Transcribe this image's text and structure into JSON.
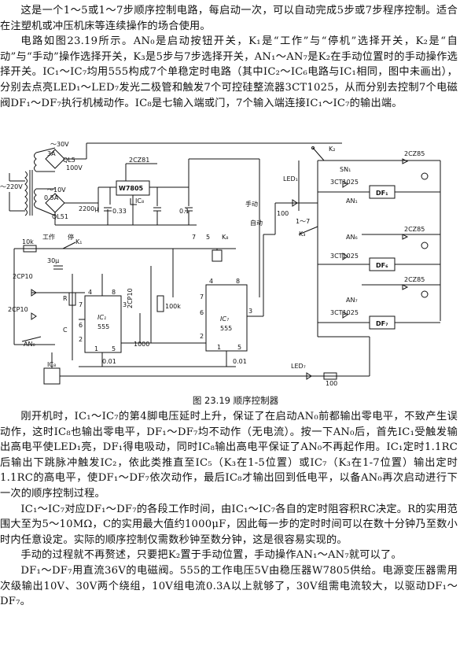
{
  "top_paragraphs": [
    "这是一个1～5或1～7步顺序控制电路，每启动一次，可以自动完成5步或7步程序控制。适合在注塑机或冲压机床等连续操作的场合使用。",
    "电路如图23.19所示。AN₀是启动按钮开关，K₁是“工作”与“停机”选择开关，K₂是“自动”与“手动”操作选择开关，K₃是5步与7步选择开关，AN₁～AN₇是K₂在手动位置时的手动操作选择开关。IC₁～IC₇均用555构成7个单稳定时电路（其中IC₂～IC₆电路与IC₁相同，图中未画出），分别去点亮LED₁～LED₇发光二极管和触发7个可控硅整流器3CT1025，从而分别去控制7个电磁阀DF₁～DF₇执行机械动作。IC₈是七输入端或门，7个输入端连接IC₁～IC₇的输出端。"
  ],
  "figure": {
    "caption": "图 23.19   顺序控制器",
    "labels": {
      "v30": "～30V",
      "a3": "3A",
      "ql5": "QL5",
      "v100": "100V",
      "v220": "～220V",
      "v10": "～10V",
      "a05": "0.5A",
      "ql51": "QL51",
      "zener": "2CZ81",
      "reg": "W7805",
      "ic8_top": "IC₈",
      "cap2200": "2200μ",
      "c033": "0.33",
      "c01": "0.1",
      "k2": "K₂",
      "sn1": "SN₁",
      "sc1": "3CT1025",
      "df1": "DF₁",
      "zc1": "2CZ85",
      "led1": "LED₁",
      "r100a": "100",
      "manual": "手动",
      "auto": "自动",
      "an1": "AN₁",
      "an6": "AN₆",
      "k3_17": "1～7",
      "k3": "K₃",
      "r10k": "10k",
      "work": "工作",
      "stop": "停",
      "k1": "K₁",
      "c30": "30μ",
      "d2cp10a": "2CP10",
      "n7": "7",
      "n5": "5",
      "k8": "K₈",
      "sc6": "3CT1025",
      "df6": "DF₆",
      "zc6": "2CZ85",
      "an7": "AN₇",
      "sc7": "3CT1025",
      "df7": "DF₇",
      "zc7": "2CZ85",
      "r_label": "R",
      "c_label": "C",
      "ic1": "IC₁",
      "ic1_555": "555",
      "ic7": "IC₇",
      "ic7_555": "555",
      "d2cp10b": "2CP10",
      "d2cp10c": "2CP10",
      "r100k": "100k",
      "c1000": "1000",
      "c001a": "0.01",
      "c001b": "0.01",
      "an0": "AN₀",
      "ic8_bot": "IC₈",
      "led7": "LED₇",
      "r100b": "100",
      "p4a": "4",
      "p8a": "8",
      "p3a": "3",
      "p7a": "7",
      "p6a": "6",
      "p2a": "2",
      "p1a": "1",
      "p5a": "5",
      "p4b": "4",
      "p8b": "8",
      "p7b": "7",
      "p3b": "3",
      "p6b": "6",
      "p2b": "2",
      "p1b": "1",
      "p5b": "5"
    }
  },
  "bottom_paragraphs": [
    "刚开机时，IC₁～IC₇的第4脚电压延时上升，保证了在启动AN₀前都输出零电平，不致产生误动作，这时IC₈也输出零电平，DF₁～DF₇均不动作（无电流）。按一下AN₀后，首先IC₁受触发输出高电平使LED₁亮，DF₁得电吸动，同时IC₈输出高电平保证了AN₀不再起作用。IC₁定时1.1RC后输出下跳脉冲触发IC₂，依此类推直至IC₅（K₃在1-5位置）或IC₇（K₃在1-7位置）输出定时1.1RC的高电平，使DF₁～DF₇依次动作，最后IC₈才输出回到低电平，以备AN₀再次启动进行下一次的顺序控制过程。",
    "IC₁～IC₇对应DF₁～DF₇的各段工作时间，由IC₁～IC₇各自的定时阻容积RC决定。R的实用范围大至为5～10MΩ，C的实用最大值约1000μF，因此每一步的定时时间可以在数十分钟乃至数小时内任意设定。实际的顺序控制仅需数秒钟至数分钟，这是很容易实现的。",
    "手动的过程就不再赘述，只要把K₂置于手动位置，手动操作AN₁～AN₇就可以了。",
    "DF₁～DF₇用直流36V的电磁阀。555的工作电压5V由稳压器W7805供给。电源变压器需用次级输出10V、30V两个绕组，10V组电流0.3A以上就够了，30V组需电流较大，以驱动DF₁～DF₇。"
  ]
}
